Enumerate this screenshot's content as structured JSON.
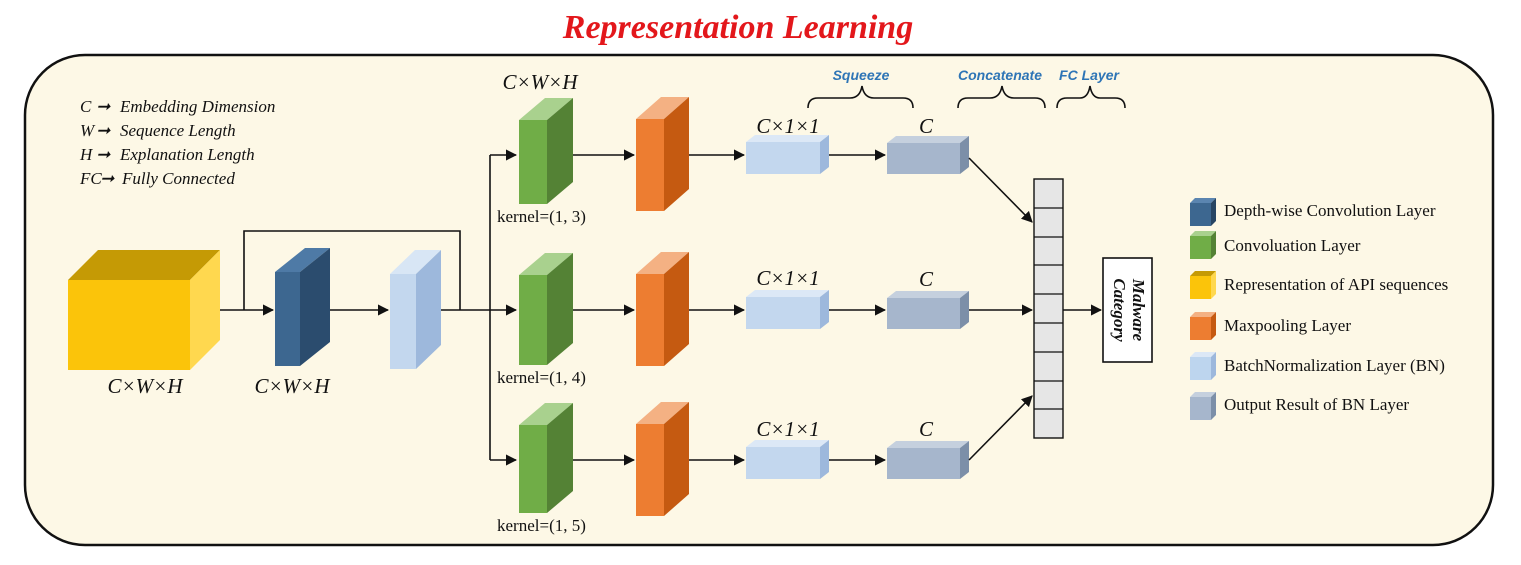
{
  "title": "Representation Learning",
  "definitions": [
    {
      "symbol": "C",
      "meaning": "Embedding Dimension"
    },
    {
      "symbol": "W",
      "meaning": "Sequence Length"
    },
    {
      "symbol": "H",
      "meaning": "Explanation Length"
    },
    {
      "symbol": "FC",
      "meaning": "Fully Connected"
    }
  ],
  "arrow_glyph": "➞",
  "dims": {
    "full": "C×W×H",
    "pooled": "C×1×1",
    "squeezed": "C"
  },
  "kernels": [
    "kernel=(1, 3)",
    "kernel=(1, 4)",
    "kernel=(1, 5)"
  ],
  "stages": {
    "squeeze": "Squeeze",
    "concatenate": "Concatenate",
    "fc": "FC Layer"
  },
  "output": {
    "line1": "Malware",
    "line2": "Category"
  },
  "legend": [
    {
      "label": "Depth-wise Convolution Layer",
      "color": "#3d6790"
    },
    {
      "label": "Convoluation Layer",
      "color": "#70ad47"
    },
    {
      "label": "Representation of API sequences",
      "color": "#fbc40a"
    },
    {
      "label": "Maxpooling Layer",
      "color": "#ed7d31"
    },
    {
      "label": "BatchNormalization Layer (BN)",
      "color": "#bdd5ee"
    },
    {
      "label": "Output Result of BN Layer",
      "color": "#a6b6cc"
    }
  ],
  "colors": {
    "background": "#fdf8e6",
    "title": "#e3171b",
    "stage_label": "#2e75b6",
    "concat_cell": "#e6e6e6"
  }
}
